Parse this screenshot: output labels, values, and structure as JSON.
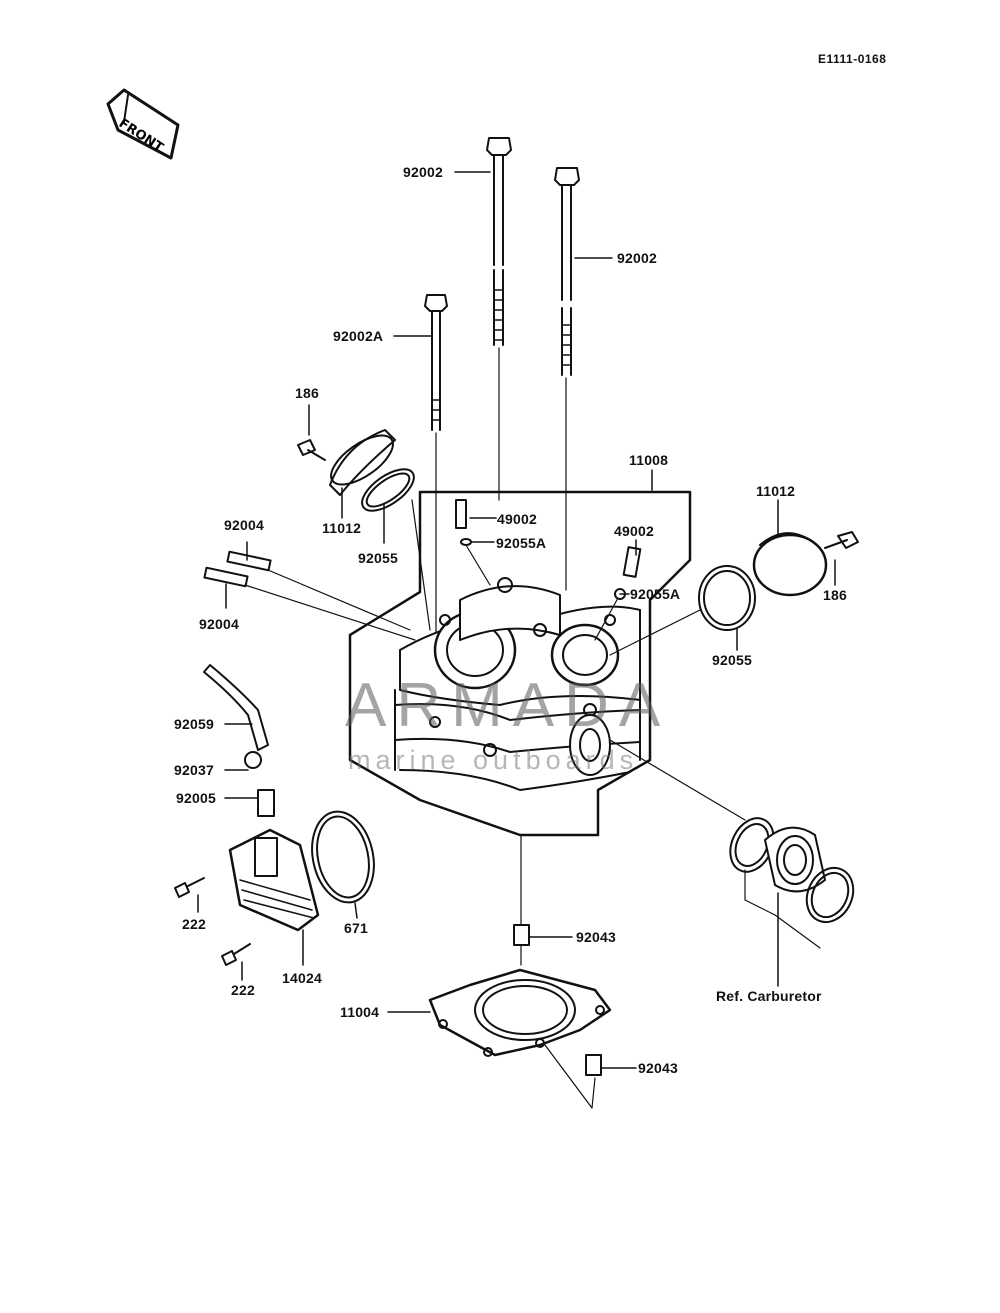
{
  "diagram_code": "E1111-0168",
  "front_label": "FRONT",
  "watermark": {
    "brand": "ARMADA",
    "tagline": "marine outboards"
  },
  "parts": [
    {
      "id": "p1",
      "number": "92002"
    },
    {
      "id": "p2",
      "number": "92002"
    },
    {
      "id": "p3",
      "number": "92002A"
    },
    {
      "id": "p4",
      "number": "186"
    },
    {
      "id": "p5",
      "number": "11008"
    },
    {
      "id": "p6",
      "number": "11012"
    },
    {
      "id": "p7",
      "number": "92055"
    },
    {
      "id": "p8",
      "number": "49002"
    },
    {
      "id": "p9",
      "number": "92055A"
    },
    {
      "id": "p10",
      "number": "92004"
    },
    {
      "id": "p11",
      "number": "92004"
    },
    {
      "id": "p12",
      "number": "49002"
    },
    {
      "id": "p13",
      "number": "11012"
    },
    {
      "id": "p14",
      "number": "186"
    },
    {
      "id": "p15",
      "number": "92055A"
    },
    {
      "id": "p16",
      "number": "92055"
    },
    {
      "id": "p17",
      "number": "92059"
    },
    {
      "id": "p18",
      "number": "92037"
    },
    {
      "id": "p19",
      "number": "92005"
    },
    {
      "id": "p20",
      "number": "222"
    },
    {
      "id": "p21",
      "number": "671"
    },
    {
      "id": "p22",
      "number": "14024"
    },
    {
      "id": "p23",
      "number": "222"
    },
    {
      "id": "p24",
      "number": "92043"
    },
    {
      "id": "p25",
      "number": "11004"
    },
    {
      "id": "p26",
      "number": "92043"
    }
  ],
  "ref_note": "Ref. Carburetor"
}
